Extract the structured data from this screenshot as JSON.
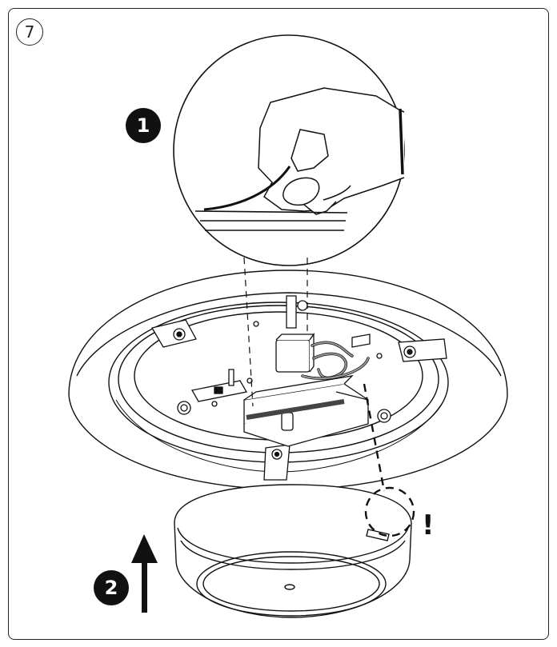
{
  "step": {
    "number": "7"
  },
  "callouts": [
    {
      "label": "1"
    },
    {
      "label": "2"
    }
  ],
  "warning": {
    "symbol": "!"
  },
  "colors": {
    "line": "#111111",
    "paper": "#ffffff",
    "wire_gray": "#9a9a9a"
  }
}
